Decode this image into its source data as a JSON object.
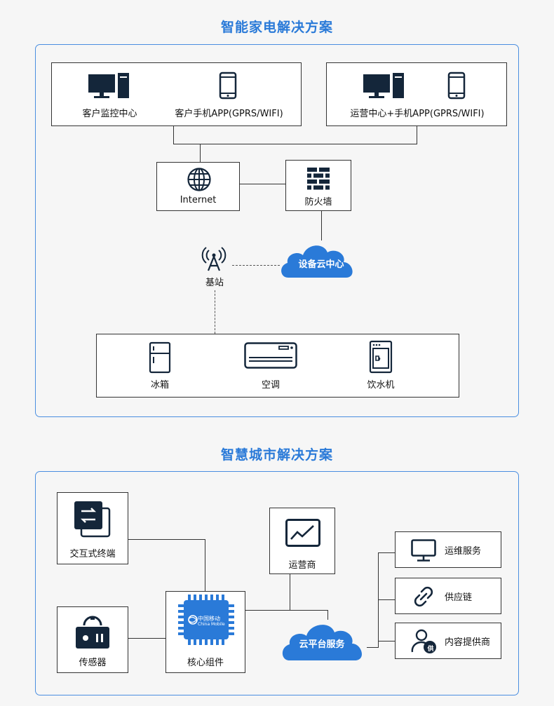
{
  "smart_home": {
    "title": "智能家电解决方案",
    "customer_monitor": "客户监控中心",
    "customer_app": "客户手机APP(GPRS/WIFI)",
    "ops_app": "运营中心+手机APP(GPRS/WIFI)",
    "internet": "Internet",
    "firewall": "防火墙",
    "base_station": "基站",
    "device_cloud": "设备云中心",
    "fridge": "冰箱",
    "ac": "空调",
    "dispenser": "饮水机"
  },
  "smart_city": {
    "title": "智慧城市解决方案",
    "terminal": "交互式终端",
    "sensor": "传感器",
    "core": "核心组件",
    "chip_brand_cn": "中国移动",
    "chip_brand_en": "China Mobile",
    "operator": "运营商",
    "cloud_platform": "云平台服务",
    "maintenance": "运维服务",
    "supply_chain": "供应链",
    "content_provider": "内容提供商",
    "provider_badge": "供"
  },
  "colors": {
    "accent": "#2a7ad8",
    "panel_border": "#4a8ee0",
    "icon_dark": "#14263a",
    "cloud": "#2a7ad8"
  }
}
